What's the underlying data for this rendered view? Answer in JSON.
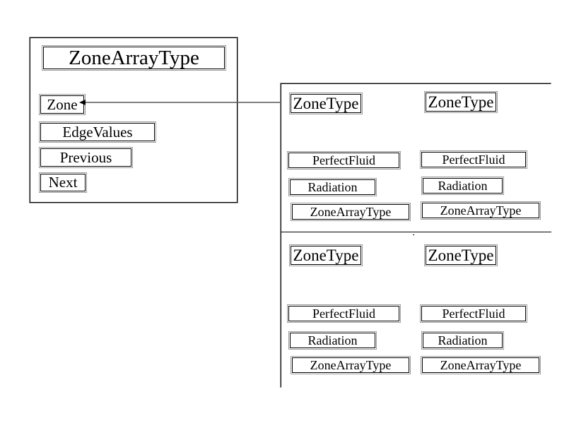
{
  "diagram": {
    "type": "object-instance-diagram",
    "background_color": "#ffffff",
    "line_color": "#000000",
    "box_outer_border_color": "#9a9a9a",
    "box_inner_border_color": "#000000"
  },
  "left_object": {
    "title": "ZoneArrayType",
    "fields": [
      {
        "label": "Zone"
      },
      {
        "label": "EdgeValues"
      },
      {
        "label": "Previous"
      },
      {
        "label": "Next"
      }
    ]
  },
  "connector": {
    "kind": "double-headed-arrow",
    "from_field": "Zone",
    "to_object": "ZoneType",
    "color": "#000000"
  },
  "right_grid": {
    "rows": 2,
    "columns": 2,
    "cells": [
      {
        "title": "ZoneType",
        "fields": [
          {
            "label": "PerfectFluid"
          },
          {
            "label": "Radiation"
          },
          {
            "label": "ZoneArrayType"
          }
        ]
      },
      {
        "title": "ZoneType",
        "fields": [
          {
            "label": "PerfectFluid"
          },
          {
            "label": "Radiation"
          },
          {
            "label": "ZoneArrayType"
          }
        ]
      },
      {
        "title": "ZoneType",
        "fields": [
          {
            "label": "PerfectFluid"
          },
          {
            "label": "Radiation"
          },
          {
            "label": "ZoneArrayType"
          }
        ]
      },
      {
        "title": "ZoneType",
        "fields": [
          {
            "label": "PerfectFluid"
          },
          {
            "label": "Radiation"
          },
          {
            "label": "ZoneArrayType"
          }
        ]
      }
    ]
  }
}
